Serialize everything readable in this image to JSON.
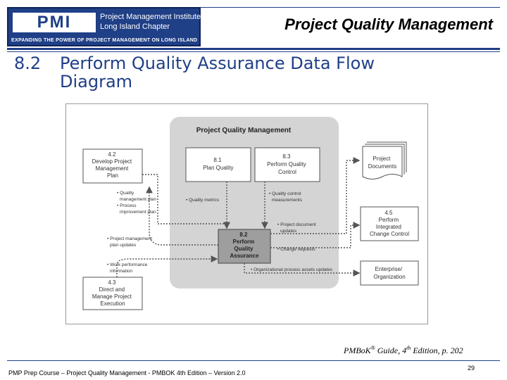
{
  "header": {
    "logo_mark": "PMI",
    "org_line1": "Project Management Institute",
    "org_line2": "Long Island Chapter",
    "tagline": "EXPANDING THE POWER OF PROJECT MANAGEMENT ON LONG ISLAND",
    "title": "Project Quality Management"
  },
  "slide": {
    "number": "8.2",
    "title_line1": "Perform Quality Assurance Data Flow",
    "title_line2": "Diagram"
  },
  "diagram": {
    "group_title": "Project Quality Management",
    "boxes": {
      "develop_plan": [
        "4.2",
        "Develop Project",
        "Management",
        "Plan"
      ],
      "plan_quality": [
        "8.1",
        "Plan Quality"
      ],
      "perform_quality_control": [
        "8.3",
        "Perform Quality",
        "Control"
      ],
      "project_documents": [
        "Project",
        "Documents"
      ],
      "integrated_change_control": [
        "4.5",
        "Perform",
        "Integrated",
        "Change Control"
      ],
      "perform_quality_assurance": [
        "8.2",
        "Perform",
        "Quality",
        "Assurance"
      ],
      "direct_manage_execution": [
        "4.3",
        "Direct and",
        "Manage Project",
        "Execution"
      ],
      "enterprise_org": [
        "Enterprise/",
        "Organization"
      ]
    },
    "flows": {
      "quality_mgmt_plan": [
        "• Quality",
        "management plan"
      ],
      "process_improvement_plan": [
        "• Process",
        "improvement plan"
      ],
      "quality_metrics": "• Quality metrics",
      "quality_control_measurements": [
        "• Quality control",
        "measurements"
      ],
      "pm_plan_updates": [
        "• Project management",
        "plan updates"
      ],
      "project_document_updates": [
        "• Project document",
        "updates"
      ],
      "change_requests": "• Change requests",
      "work_performance_info": [
        "• Work performance",
        "information"
      ],
      "org_process_assets_updates": "• Organizational process assets updates"
    },
    "colors": {
      "group_bg": "#d4d4d4",
      "central_box": "#9e9e9e",
      "arrow": "#555555"
    }
  },
  "citation": {
    "text_a": "PMBoK",
    "reg": "®",
    "text_b": " Guide, 4",
    "sup": "th",
    "text_c": " Edition, p. 202"
  },
  "footer": {
    "course_text": "PMP Prep Course – Project Quality Management - PMBOK 4th Edition – Version 2.0",
    "page_number": "29"
  }
}
